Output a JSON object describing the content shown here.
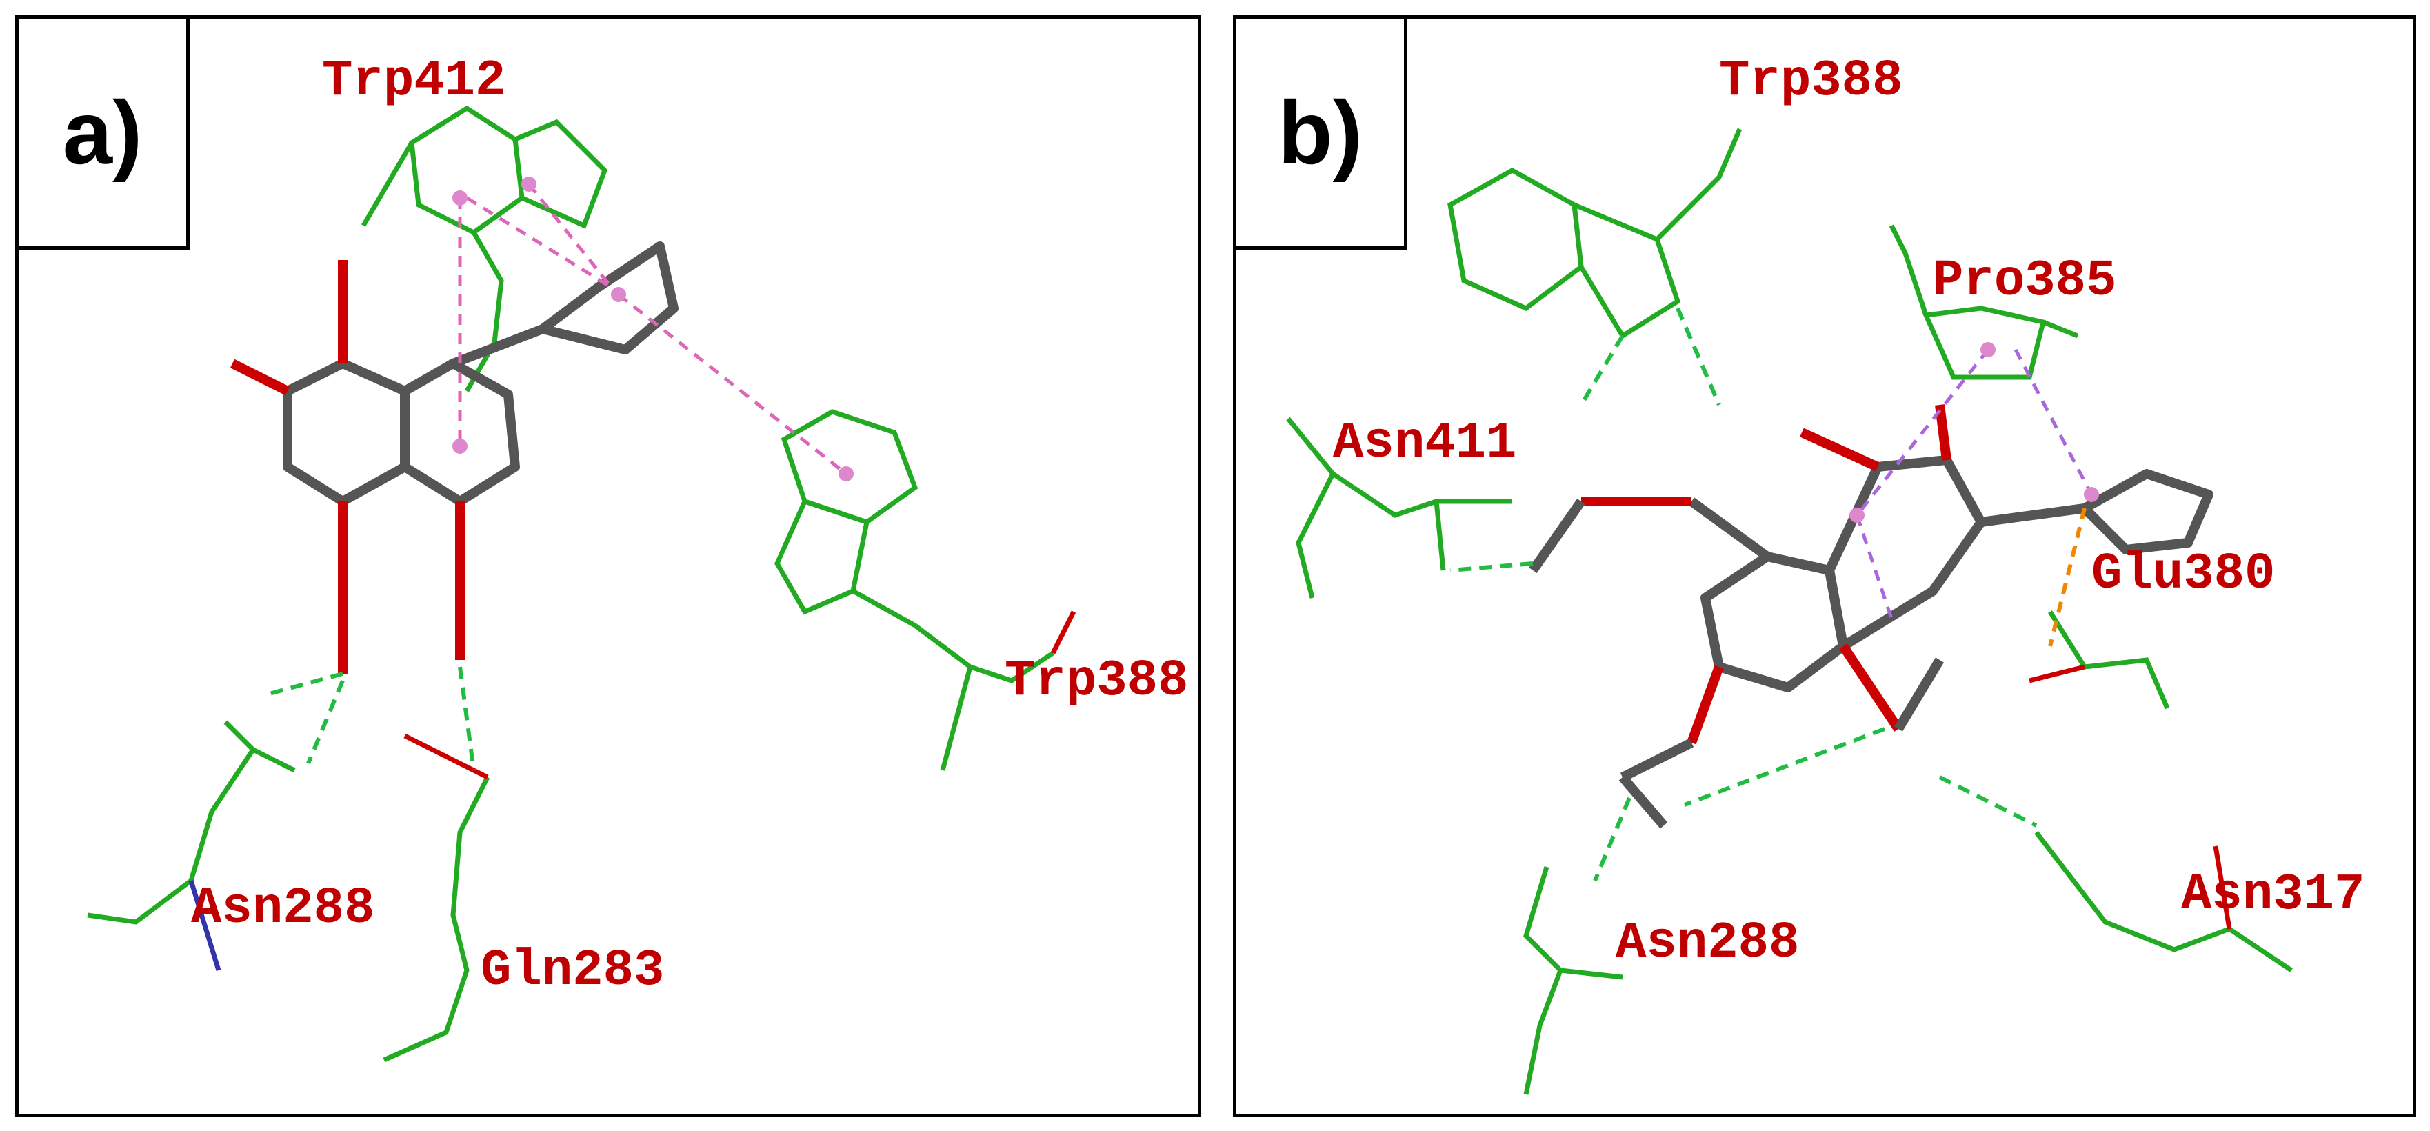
{
  "panels": [
    {
      "tag": "a)",
      "residues": [
        "Trp412",
        "Trp388",
        "Asn288",
        "Gln283"
      ]
    },
    {
      "tag": "b)",
      "residues": [
        "Trp388",
        "Pro385",
        "Asn411",
        "Glu380",
        "Asn317",
        "Asn288"
      ]
    }
  ],
  "colors": {
    "ligand": "#555555",
    "oxygen": "#cc0000",
    "nitrogen": "#3333aa",
    "residue": "#22aa22",
    "hbond": "#22bb44",
    "pi_interaction": "#dd66bb",
    "pi_anion": "#ee8800",
    "label": "#c00000"
  }
}
